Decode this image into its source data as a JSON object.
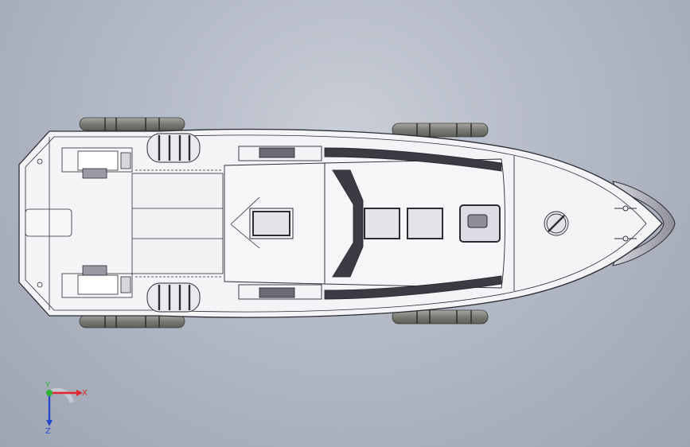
{
  "viewport": {
    "background_top": "#c9ced8",
    "background_bottom": "#9ea5b2"
  },
  "model": {
    "hull_fill": "#f4f4f7",
    "line_color": "#2b2b33",
    "fender_color": "#8a8a86",
    "dark_panel": "#3c3c44",
    "hatch_fill": "#6b6b75",
    "accent_hatch": "#5a6b8e"
  },
  "triad": {
    "x_label": "X",
    "y_label": "Y",
    "z_label": "Z",
    "x_color": "#e0262b",
    "y_color": "#2fb13a",
    "z_color": "#2747c9"
  }
}
